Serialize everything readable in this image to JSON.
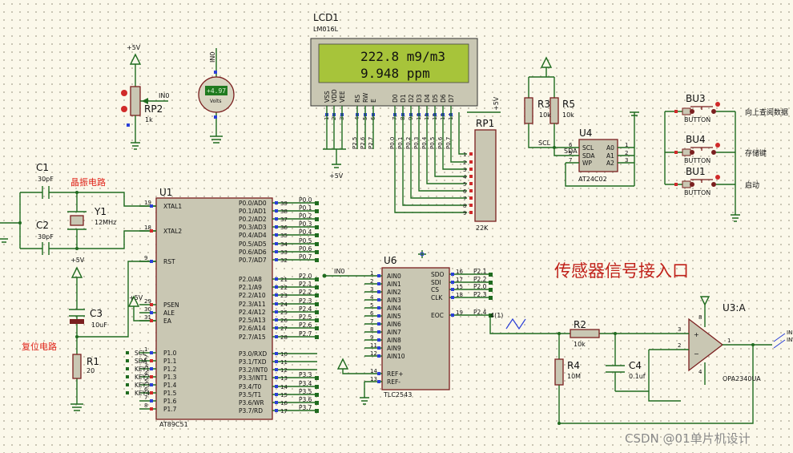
{
  "lcd": {
    "ref": "LCD1",
    "model": "LM016L",
    "line1": "222.8  m9/m3",
    "line2": "9.948  ppm",
    "pins": [
      "VSS",
      "VDD",
      "VEE",
      "RS",
      "RW",
      "E",
      "D0",
      "D1",
      "D2",
      "D3",
      "D4",
      "D5",
      "D6",
      "D7"
    ],
    "pin_numbers": [
      "1",
      "2",
      "3",
      "4",
      "5",
      "6",
      "7",
      "8",
      "9",
      "10",
      "11",
      "12",
      "13",
      "14"
    ]
  },
  "voltmeter": {
    "value": "+4.97",
    "unit": "Volts",
    "net": "IN0"
  },
  "rp2": {
    "ref": "RP2",
    "value": "1k",
    "net": "IN0",
    "supply": "+5V"
  },
  "rp1": {
    "ref": "RP1",
    "value": "22K",
    "pins": [
      "1",
      "2",
      "3",
      "4",
      "5",
      "6",
      "7",
      "8",
      "9"
    ]
  },
  "u4": {
    "ref": "U4",
    "model": "AT24C02",
    "pins_left": [
      "SCL",
      "SDA",
      "WP"
    ],
    "pins_right": [
      "A0",
      "A1",
      "A2"
    ],
    "left_nums": [
      "6",
      "5",
      "7"
    ],
    "right_nums": [
      "1",
      "2",
      "3"
    ]
  },
  "r3": {
    "ref": "R3",
    "value": "10k"
  },
  "r5": {
    "ref": "R5",
    "value": "10k"
  },
  "buttons": [
    {
      "ref": "BU3",
      "label": "向上查阅数据"
    },
    {
      "ref": "BU4",
      "label": "存储键"
    },
    {
      "ref": "BU1",
      "label": "启动"
    }
  ],
  "button_type": "BUTTON",
  "u1": {
    "ref": "U1",
    "model": "AT89C51",
    "left_pins": [
      {
        "n": "19",
        "name": "XTAL1"
      },
      {
        "n": "18",
        "name": "XTAL2"
      },
      {
        "n": "9",
        "name": "RST"
      },
      {
        "n": "29",
        "name": "PSEN"
      },
      {
        "n": "30",
        "name": "ALE"
      },
      {
        "n": "31",
        "name": "EA"
      },
      {
        "n": "1",
        "name": "P1.0"
      },
      {
        "n": "2",
        "name": "P1.1"
      },
      {
        "n": "3",
        "name": "P1.2"
      },
      {
        "n": "4",
        "name": "P1.3"
      },
      {
        "n": "5",
        "name": "P1.4"
      },
      {
        "n": "6",
        "name": "P1.5"
      },
      {
        "n": "7",
        "name": "P1.6"
      },
      {
        "n": "8",
        "name": "P1.7"
      }
    ],
    "left_nets": [
      "SCL",
      "SDA",
      "KEY1",
      "KEY2",
      "KEY3",
      "KEY4"
    ],
    "right_pins": [
      {
        "n": "39",
        "name": "P0.0/AD0"
      },
      {
        "n": "38",
        "name": "P0.1/AD1"
      },
      {
        "n": "37",
        "name": "P0.2/AD2"
      },
      {
        "n": "36",
        "name": "P0.3/AD3"
      },
      {
        "n": "35",
        "name": "P0.4/AD4"
      },
      {
        "n": "34",
        "name": "P0.5/AD5"
      },
      {
        "n": "33",
        "name": "P0.6/AD6"
      },
      {
        "n": "32",
        "name": "P0.7/AD7"
      },
      {
        "n": "21",
        "name": "P2.0/A8"
      },
      {
        "n": "22",
        "name": "P2.1/A9"
      },
      {
        "n": "23",
        "name": "P2.2/A10"
      },
      {
        "n": "24",
        "name": "P2.3/A11"
      },
      {
        "n": "25",
        "name": "P2.4/A12"
      },
      {
        "n": "26",
        "name": "P2.5/A13"
      },
      {
        "n": "27",
        "name": "P2.6/A14"
      },
      {
        "n": "28",
        "name": "P2.7/A15"
      },
      {
        "n": "10",
        "name": "P3.0/RXD"
      },
      {
        "n": "11",
        "name": "P3.1/TXD"
      },
      {
        "n": "12",
        "name": "P3.2/INT0"
      },
      {
        "n": "13",
        "name": "P3.3/INT1"
      },
      {
        "n": "14",
        "name": "P3.4/T0"
      },
      {
        "n": "15",
        "name": "P3.5/T1"
      },
      {
        "n": "16",
        "name": "P3.6/WR"
      },
      {
        "n": "17",
        "name": "P3.7/RD"
      }
    ],
    "right_nets": [
      "P0.0",
      "P0.1",
      "P0.2",
      "P0.3",
      "P0.4",
      "P0.5",
      "P0.6",
      "P0.7",
      "P2.0",
      "P2.1",
      "P2.2",
      "P2.3",
      "P2.4",
      "P2.5",
      "P2.6",
      "P2.7",
      "",
      "",
      "",
      "P3.3",
      "P3.4",
      "P3.5",
      "P3.6",
      "P3.7"
    ]
  },
  "u6": {
    "ref": "U6",
    "model": "TLC2543",
    "net_in": "IN0",
    "left_pins": [
      {
        "n": "1",
        "name": "AIN0"
      },
      {
        "n": "2",
        "name": "AIN1"
      },
      {
        "n": "3",
        "name": "AIN2"
      },
      {
        "n": "4",
        "name": "AIN3"
      },
      {
        "n": "5",
        "name": "AIN4"
      },
      {
        "n": "6",
        "name": "AIN5"
      },
      {
        "n": "7",
        "name": "AIN6"
      },
      {
        "n": "8",
        "name": "AIN7"
      },
      {
        "n": "9",
        "name": "AIN8"
      },
      {
        "n": "11",
        "name": "AIN9"
      },
      {
        "n": "12",
        "name": "AIN10"
      },
      {
        "n": "14",
        "name": "REF+"
      },
      {
        "n": "13",
        "name": "REF-"
      }
    ],
    "right_pins": [
      {
        "n": "16",
        "name": "SDO",
        "net": "P2.1"
      },
      {
        "n": "17",
        "name": "SDI",
        "net": "P2.2"
      },
      {
        "n": "15",
        "name": "CS",
        "net": "P2.0"
      },
      {
        "n": "18",
        "name": "CLK",
        "net": "P2.3"
      },
      {
        "n": "19",
        "name": "EOC",
        "net": "P2.4"
      }
    ]
  },
  "c1": {
    "ref": "C1",
    "value": "30pF"
  },
  "c2": {
    "ref": "C2",
    "value": "30pF"
  },
  "y1": {
    "ref": "Y1",
    "value": "12MHz"
  },
  "c3": {
    "ref": "C3",
    "value": "10uF"
  },
  "r1": {
    "ref": "R1",
    "value": "20"
  },
  "r2": {
    "ref": "R2",
    "value": "10k"
  },
  "r4": {
    "ref": "R4",
    "value": "10M"
  },
  "c4": {
    "ref": "C4",
    "value": "0.1uf"
  },
  "u3": {
    "ref": "U3:A",
    "model": "OPA2340UA",
    "pins": [
      "3",
      "2",
      "1",
      "8",
      "4"
    ],
    "out_labels": [
      "IN",
      "INV"
    ]
  },
  "labels": {
    "crystal": "晶振电路",
    "reset": "复位电路",
    "sensor": "传感器信号接入口",
    "plus5v": "+5V",
    "v4": "4(1)",
    "lcd_p_nets": [
      "P2.5",
      "P2.6",
      "P2.7"
    ],
    "lcd_d_nets": [
      "P0.0",
      "P0.1",
      "P0.2",
      "P0.3",
      "P0.4",
      "P0.5",
      "P0.6",
      "P0.7"
    ],
    "scl": "SCL",
    "sda": "SDA"
  },
  "watermark": "CSDN @01单片机设计"
}
